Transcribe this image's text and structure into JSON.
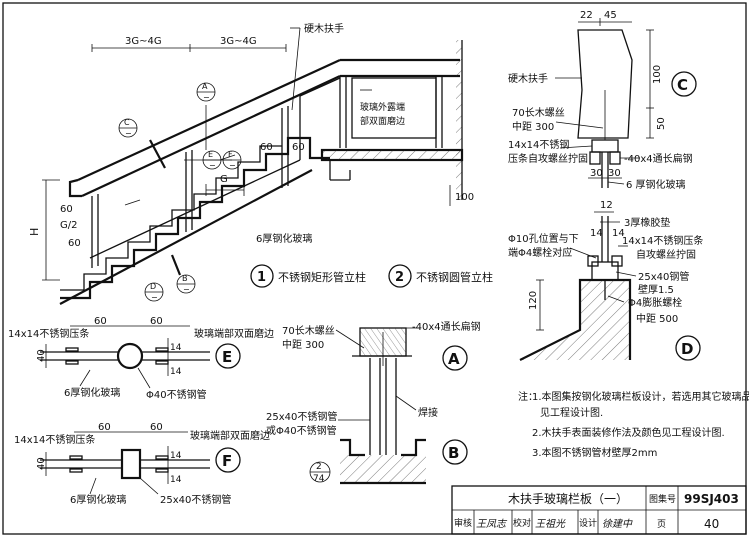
{
  "title_block": {
    "drawing_title": "木扶手玻璃栏板（一）",
    "atlas_label": "图集号",
    "atlas_number": "99SJ403",
    "review_label": "审核",
    "review_sign": "王凤志",
    "check_label": "校对",
    "check_sign": "王祖光",
    "design_label": "设计",
    "design_sign": "徐建中",
    "page_label": "页",
    "page_number": "40"
  },
  "main_view": {
    "dim_top_1": "3G~4G",
    "dim_top_2": "3G~4G",
    "label_handrail": "硬木扶手",
    "label_glass_edge_1": "玻璃外露端",
    "label_glass_edge_2": "部双面磨边",
    "label_tempered_glass": "6厚钢化玻璃",
    "dim_60a": "60",
    "dim_60b": "60",
    "dim_60c": "60",
    "dim_60d": "60",
    "dim_g2": "G/2",
    "dim_g": "G",
    "dim_h": "H",
    "dim_100": "100",
    "mark_a": "A",
    "mark_c": "C",
    "mark_e": "E",
    "mark_f": "F",
    "mark_d": "D",
    "mark_b": "B",
    "sheet_ref": "−",
    "option_1_num": "1",
    "option_1_text": "不锈钢矩形管立柱",
    "option_2_num": "2",
    "option_2_text": "不锈钢圆管立柱"
  },
  "detail_c": {
    "mark": "C",
    "dim_22": "22",
    "dim_45": "45",
    "dim_100": "100",
    "dim_50": "50",
    "dim_30a": "30",
    "dim_30b": "30",
    "label_handrail": "硬木扶手",
    "label_screw_1": "70长木螺丝",
    "label_screw_2": "中距 300",
    "label_steel_1": "14x14不锈钢",
    "label_steel_2": "压条自攻螺丝拧固",
    "label_flat_steel": "-40x4通长扁钢",
    "label_glass": "6 厚钢化玻璃"
  },
  "detail_d": {
    "mark": "D",
    "dim_12": "12",
    "dim_14a": "14",
    "dim_14b": "14",
    "dim_120": "120",
    "label_rubber": "3厚橡胶垫",
    "label_hole_1": "Φ10孔位置与下",
    "label_hole_2": "端Φ4螺栓对应",
    "label_strip_1": "14x14不锈钢压条",
    "label_strip_2": "自攻螺丝拧固",
    "label_tube_1": "25x40钢管",
    "label_tube_2": "壁厚1.5",
    "label_bolt_1": "Φ4膨胀螺栓",
    "label_bolt_2": "中距 500"
  },
  "detail_e": {
    "mark": "E",
    "dim_60a": "60",
    "dim_60b": "60",
    "dim_40": "40",
    "dim_14a": "14",
    "dim_14b": "14",
    "label_strip": "14x14不锈钢压条",
    "label_edge": "玻璃端部双面磨边",
    "label_glass": "6厚钢化玻璃",
    "label_tube": "Φ40不锈钢管"
  },
  "detail_f": {
    "mark": "F",
    "dim_60a": "60",
    "dim_60b": "60",
    "dim_40": "40",
    "dim_14a": "14",
    "dim_14b": "14",
    "label_strip": "14x14不锈钢压条",
    "label_edge": "玻璃端部双面磨边",
    "label_glass": "6厚钢化玻璃",
    "label_tube": "25x40不锈钢管"
  },
  "detail_ab": {
    "mark_a": "A",
    "mark_b": "B",
    "label_screw_1": "70长木螺丝",
    "label_screw_2": "中距 300",
    "label_flat_steel": "-40x4通长扁钢",
    "label_weld": "焊接",
    "label_tube_1": "25x40不锈钢管",
    "label_tube_2": "或Φ40不锈钢管",
    "ref_top": "2",
    "ref_bottom": "74"
  },
  "notes": {
    "prefix": "注：",
    "line1a": "1.本图集按钢化玻璃栏板设计，若选用其它玻璃品种，",
    "line1b": "见工程设计图.",
    "line2": "2.木扶手表面装修作法及颜色见工程设计图.",
    "line3": "3.本图不锈钢管材壁厚2mm"
  }
}
